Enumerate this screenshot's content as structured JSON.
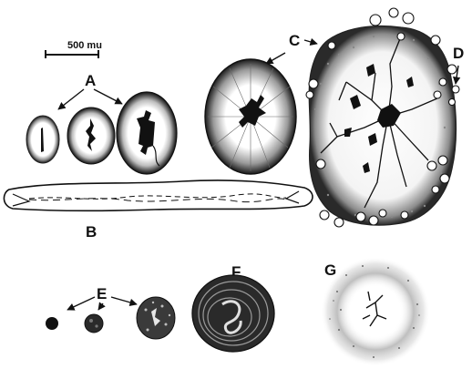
{
  "figure": {
    "ink_color": "#111111",
    "background": "#ffffff",
    "scale_bar": {
      "label": "500 mu"
    },
    "labels": {
      "A": "A",
      "B": "B",
      "C": "C",
      "D": "D",
      "E": "E",
      "F": "F",
      "G": "G"
    }
  }
}
